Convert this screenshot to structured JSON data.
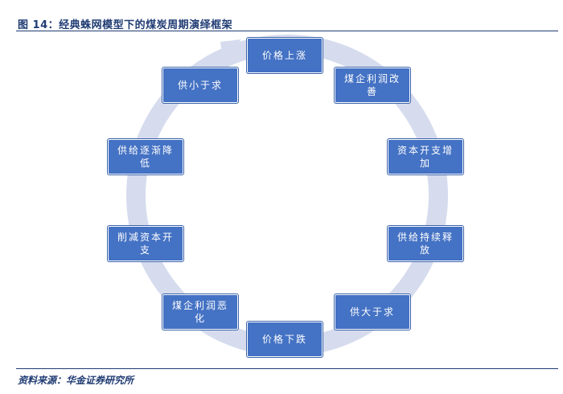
{
  "figure": {
    "title": "图 14：经典蛛网模型下的煤炭周期演绎框架",
    "source": "资料来源：华金证券研究所"
  },
  "cycle": {
    "arrow_color": "#d6dcee",
    "node_color": "#4472c4",
    "nodes": [
      {
        "id": "price-rise",
        "label": "价格上涨"
      },
      {
        "id": "profit-improve",
        "label": "煤企利润改善"
      },
      {
        "id": "capex-increase",
        "label": "资本开支增加"
      },
      {
        "id": "supply-release",
        "label": "供给持续释放"
      },
      {
        "id": "oversupply",
        "label": "供大于求"
      },
      {
        "id": "price-fall",
        "label": "价格下跌"
      },
      {
        "id": "profit-worsen",
        "label": "煤企利润恶化"
      },
      {
        "id": "capex-cut",
        "label": "削减资本开支"
      },
      {
        "id": "supply-decline",
        "label": "供给逐渐降低"
      },
      {
        "id": "shortage",
        "label": "供小于求"
      }
    ]
  }
}
